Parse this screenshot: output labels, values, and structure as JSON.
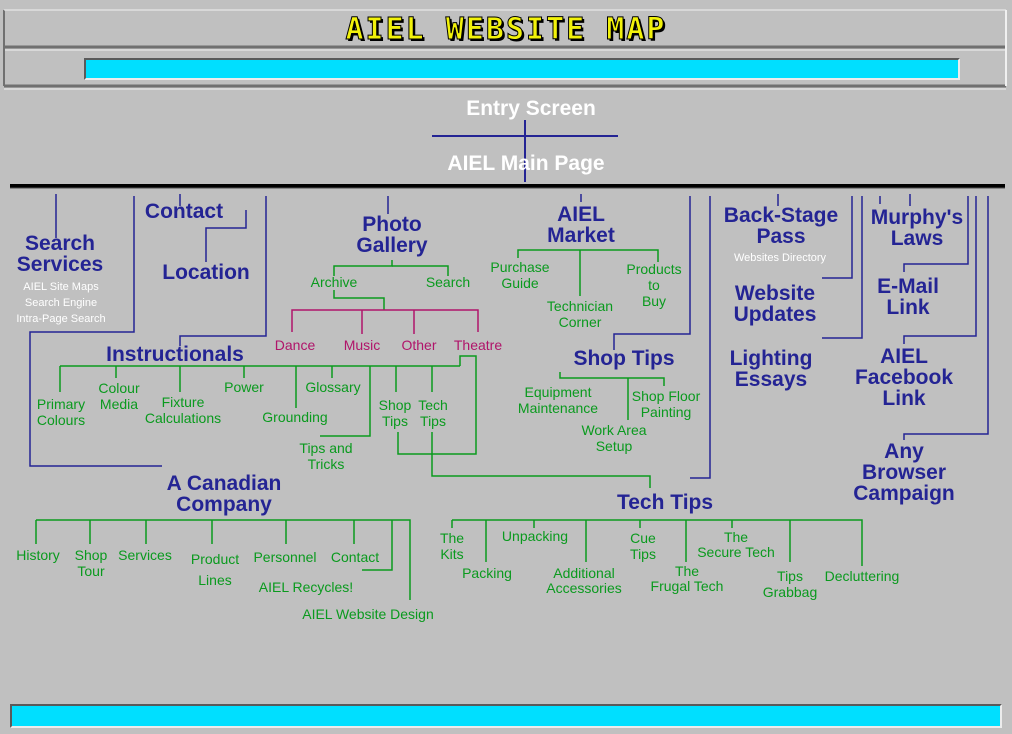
{
  "header": {
    "title": "AIEL WEBSITE MAP"
  },
  "colors": {
    "accent": "#00dfff",
    "title": "#f2f20a",
    "heading": "#242494",
    "link_green": "#0a9a1e",
    "link_magenta": "#b0146a",
    "background": "#c0c0c0"
  },
  "nodes": {
    "entry": "Entry Screen",
    "main": "AIEL Main Page",
    "search_services": [
      "Search",
      "Services"
    ],
    "search_sub": [
      "AIEL Site Maps",
      "Search Engine",
      "Intra-Page Search"
    ],
    "contact": "Contact",
    "location": "Location",
    "photo_gallery": [
      "Photo",
      "Gallery"
    ],
    "archive": "Archive",
    "search": "Search",
    "dance": "Dance",
    "music": "Music",
    "other": "Other",
    "theatre": "Theatre",
    "market": [
      "AIEL",
      "Market"
    ],
    "purchase_guide": [
      "Purchase",
      "Guide"
    ],
    "technician_corner": [
      "Technician",
      "Corner"
    ],
    "products_to_buy": [
      "Products",
      "to",
      "Buy"
    ],
    "backstage": [
      "Back-Stage",
      "Pass"
    ],
    "websites_directory": "Websites Directory",
    "website_updates": [
      "Website",
      "Updates"
    ],
    "lighting_essays": [
      "Lighting",
      "Essays"
    ],
    "murphys": [
      "Murphy's",
      "Laws"
    ],
    "email": [
      "E-Mail",
      "Link"
    ],
    "facebook": [
      "AIEL",
      "Facebook",
      "Link"
    ],
    "any_browser": [
      "Any",
      "Browser",
      "Campaign"
    ],
    "instructionals": "Instructionals",
    "primary_colours": [
      "Primary",
      "Colours"
    ],
    "colour_media": [
      "Colour",
      "Media"
    ],
    "fixture_calc": [
      "Fixture",
      "Calculations"
    ],
    "power": "Power",
    "grounding": "Grounding",
    "glossary": "Glossary",
    "shop_tips_small": [
      "Shop",
      "Tips"
    ],
    "tech_tips_small": [
      "Tech",
      "Tips"
    ],
    "tips_tricks": [
      "Tips and",
      "Tricks"
    ],
    "shop_tips": "Shop Tips",
    "equipment": [
      "Equipment",
      "Maintenance"
    ],
    "shop_floor": [
      "Shop Floor",
      "Painting"
    ],
    "work_area": [
      "Work Area",
      "Setup"
    ],
    "canadian_company": [
      "A Canadian",
      "Company"
    ],
    "history": "History",
    "shop_tour": [
      "Shop",
      "Tour"
    ],
    "services": "Services",
    "product_lines": [
      "Product",
      "Lines"
    ],
    "personnel": "Personnel",
    "contact2": "Contact",
    "recycles": "AIEL Recycles!",
    "website_design": "AIEL Website Design",
    "tech_tips": "Tech Tips",
    "the_kits": [
      "The",
      "Kits"
    ],
    "packing": "Packing",
    "unpacking": "Unpacking",
    "additional_acc": [
      "Additional",
      "Accessories"
    ],
    "cue_tips": [
      "Cue",
      "Tips"
    ],
    "frugal_tech": [
      "The",
      "Frugal Tech"
    ],
    "secure_tech": [
      "The",
      "Secure Tech"
    ],
    "tips_grabbag": [
      "Tips",
      "Grabbag"
    ],
    "decluttering": "Decluttering"
  }
}
